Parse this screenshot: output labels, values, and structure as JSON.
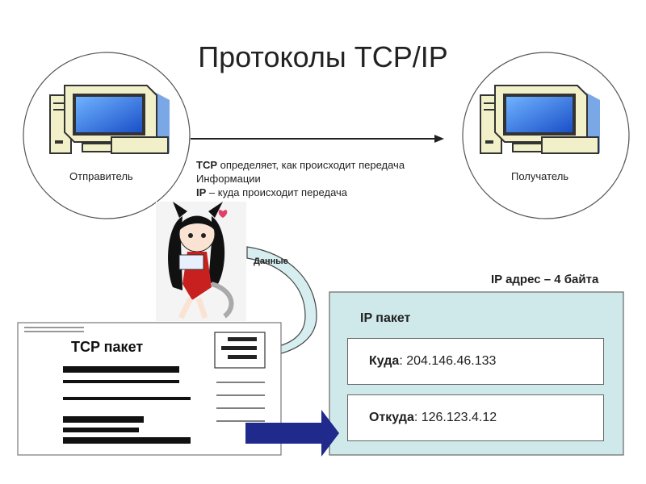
{
  "title": "Протоколы TCP/IP",
  "sender": {
    "label": "Отправитель",
    "icon": "computer-icon"
  },
  "receiver": {
    "label": "Получатель",
    "icon": "computer-icon"
  },
  "description": {
    "line1_bold": "TCP",
    "line1_rest": " определяет, как происходит передача",
    "line2": "Информации",
    "line3_bold": "IP",
    "line3_rest": " – куда происходит передача"
  },
  "data_label": "Данные",
  "ip_address_note": "IP адрес – 4 байта",
  "tcp_packet": {
    "label": "TCP пакет"
  },
  "ip_packet": {
    "label": "IP пакет",
    "to_label": "Куда",
    "to_value": ": 204.146.46.133",
    "from_label": "Откуда",
    "from_value": ": 126.123.4.12"
  },
  "mascot": {
    "icon": "anime-girl-illustration"
  },
  "colors": {
    "ip_box_fill": "#cfe9eb",
    "insert_arrow": "#1f2a8c",
    "curved_arrow_fill": "#d6eef0",
    "monitor_screen": "#1f6fe0",
    "monitor_body": "#f2f0c8"
  }
}
